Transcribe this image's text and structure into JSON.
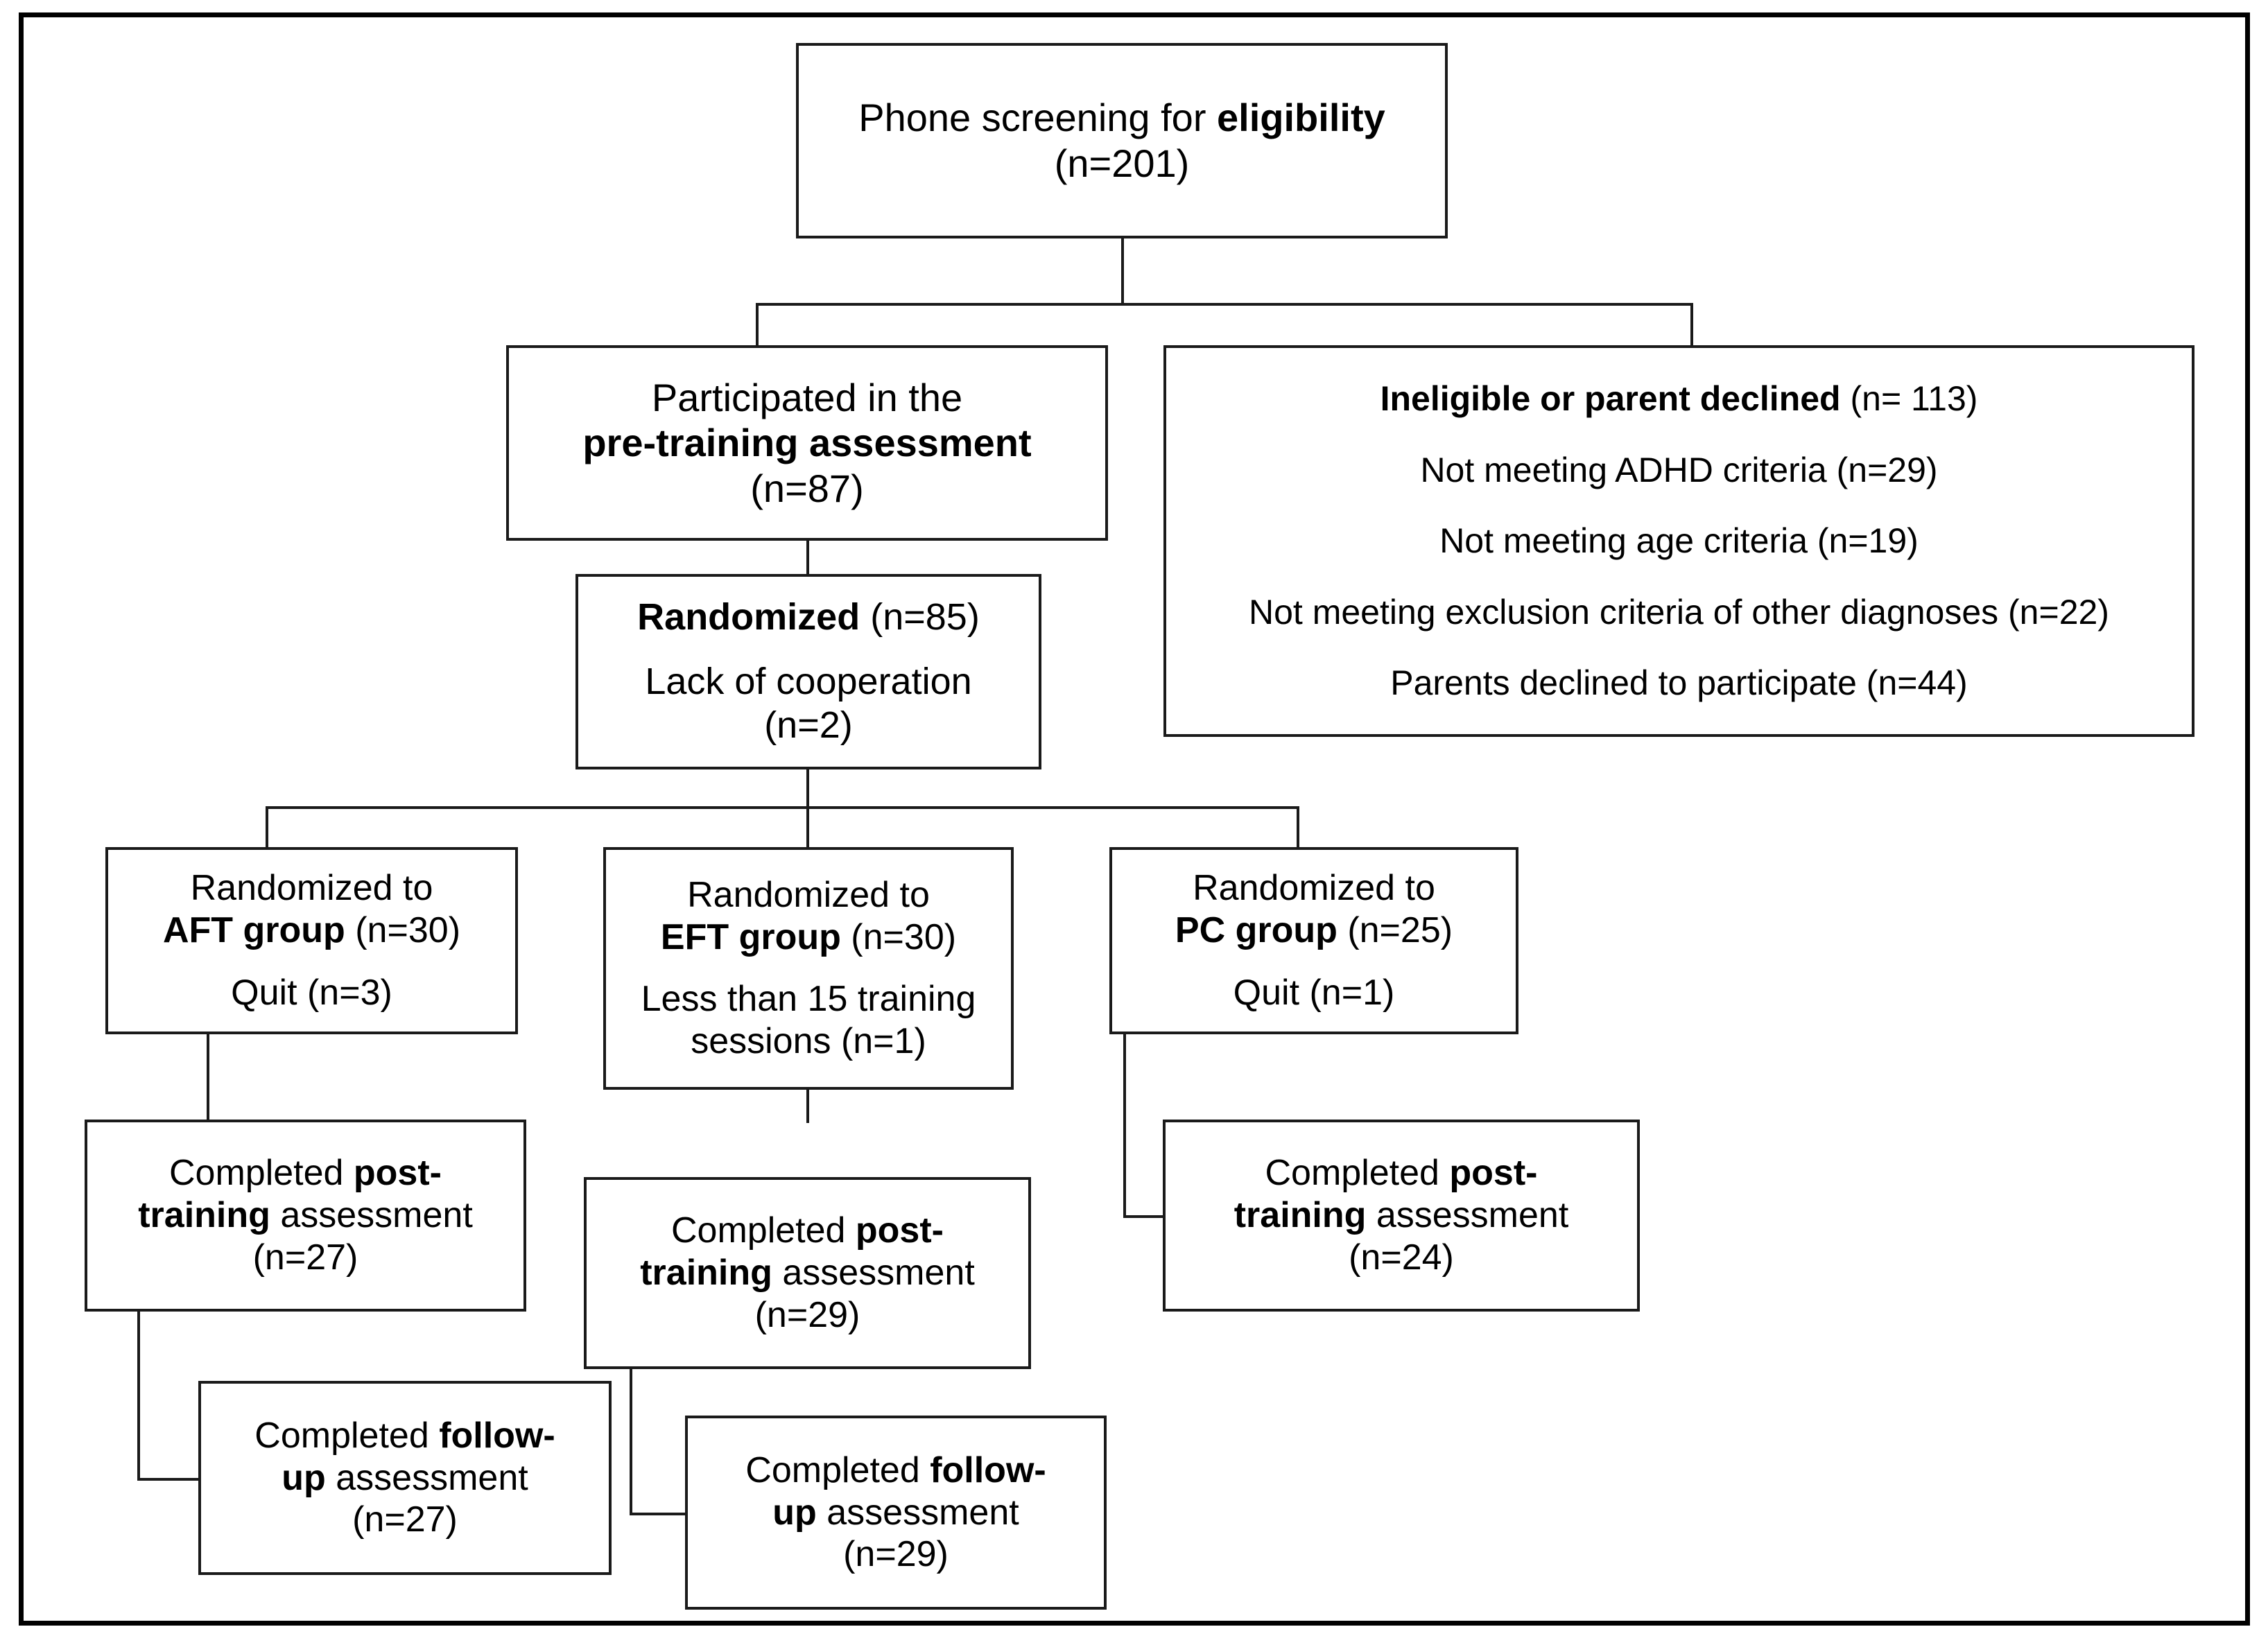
{
  "diagram": {
    "title": "CONSORT participant flow diagram",
    "style": {
      "box_border": "#1a1a1a",
      "frame_border": "#000000",
      "background": "#ffffff"
    },
    "nodes": {
      "screening": {
        "name": "phone-screening-box",
        "line1_normal": "Phone screening for ",
        "line1_bold": "eligibility",
        "line2": "(n=201)"
      },
      "pretraining": {
        "name": "pre-training-assessment-box",
        "line1": "Participated in the",
        "line2_bold": "pre-training assessment",
        "line3": "(n=87)"
      },
      "ineligible": {
        "name": "ineligible-or-declined-box",
        "heading_bold": "Ineligible or parent declined",
        "heading_normal": " (n= 113)",
        "reasons": [
          "Not meeting ADHD criteria (n=29)",
          "Not meeting age criteria (n=19)",
          "Not meeting exclusion criteria of other diagnoses (n=22)",
          "Parents declined to participate (n=44)"
        ]
      },
      "randomized": {
        "name": "randomized-box",
        "line1_bold": "Randomized",
        "line1_normal": " (n=85)",
        "line2": "Lack of cooperation",
        "line3": "(n=2)"
      },
      "aft_group": {
        "name": "aft-group-box",
        "line1": "Randomized to",
        "line2_bold": "AFT group",
        "line2_normal": " (n=30)",
        "line3": "Quit (n=3)"
      },
      "eft_group": {
        "name": "eft-group-box",
        "line1": "Randomized to",
        "line2_bold": "EFT group",
        "line2_normal": " (n=30)",
        "line3": "Less than 15 training",
        "line4": "sessions (n=1)"
      },
      "pc_group": {
        "name": "pc-group-box",
        "line1": "Randomized to",
        "line2_bold": "PC group",
        "line2_normal": " (n=25)",
        "line3": "Quit (n=1)"
      },
      "aft_post": {
        "name": "aft-post-training-box",
        "line1_normal": "Completed ",
        "line1_bold": "post-",
        "line2_bold": "training",
        "line2_normal": " assessment",
        "line3": "(n=27)"
      },
      "eft_post": {
        "name": "eft-post-training-box",
        "line1_normal": "Completed ",
        "line1_bold": "post-",
        "line2_bold": "training",
        "line2_normal": " assessment",
        "line3": "(n=29)"
      },
      "pc_post": {
        "name": "pc-post-training-box",
        "line1_normal": "Completed ",
        "line1_bold": "post-",
        "line2_bold": "training",
        "line2_normal": " assessment",
        "line3": "(n=24)"
      },
      "aft_follow": {
        "name": "aft-follow-up-box",
        "line1_normal": "Completed ",
        "line1_bold": "follow-",
        "line2_bold": "up",
        "line2_normal": " assessment",
        "line3": "(n=27)"
      },
      "eft_follow": {
        "name": "eft-follow-up-box",
        "line1_normal": "Completed ",
        "line1_bold": "follow-",
        "line2_bold": "up",
        "line2_normal": " assessment",
        "line3": "(n=29)"
      }
    }
  },
  "chart_data": {
    "type": "diagram",
    "flow": "CONSORT",
    "stages": [
      {
        "label": "Phone screening for eligibility",
        "n": 201
      },
      {
        "label": "Participated in the pre-training assessment",
        "n": 87
      },
      {
        "label": "Ineligible or parent declined",
        "n": 113
      },
      {
        "label": "Not meeting ADHD criteria",
        "n": 29
      },
      {
        "label": "Not meeting age criteria",
        "n": 19
      },
      {
        "label": "Not meeting exclusion criteria of other diagnoses",
        "n": 22
      },
      {
        "label": "Parents declined to participate",
        "n": 44
      },
      {
        "label": "Randomized",
        "n": 85
      },
      {
        "label": "Lack of cooperation",
        "n": 2
      },
      {
        "label": "Randomized to AFT group",
        "n": 30
      },
      {
        "label": "AFT Quit",
        "n": 3
      },
      {
        "label": "Randomized to EFT group",
        "n": 30
      },
      {
        "label": "EFT Less than 15 training sessions",
        "n": 1
      },
      {
        "label": "Randomized to PC group",
        "n": 25
      },
      {
        "label": "PC Quit",
        "n": 1
      },
      {
        "label": "AFT Completed post-training assessment",
        "n": 27
      },
      {
        "label": "EFT Completed post-training assessment",
        "n": 29
      },
      {
        "label": "PC Completed post-training assessment",
        "n": 24
      },
      {
        "label": "AFT Completed follow-up assessment",
        "n": 27
      },
      {
        "label": "EFT Completed follow-up assessment",
        "n": 29
      }
    ]
  }
}
